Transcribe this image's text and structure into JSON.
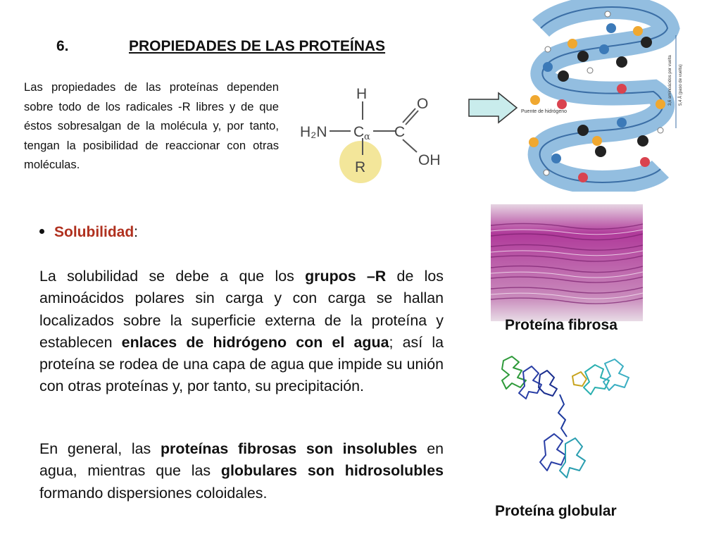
{
  "heading": {
    "number": "6.",
    "title": "PROPIEDADES DE LAS PROTEÍNAS"
  },
  "intro": "Las propiedades de las proteínas dependen sobre todo de los radicales -R libres y de que éstos sobresalgan de la molécula y, por tanto, tengan la posibilidad de reaccionar con otras moléculas.",
  "formula": {
    "h": "H",
    "h2n": "H₂N",
    "c_alpha": "C",
    "alpha": "α",
    "c": "C",
    "o": "O",
    "oh": "OH",
    "r": "R"
  },
  "helix": {
    "legend": "Puente de hidrógeno",
    "measure1": "3,6 aminoácidos por vuelta",
    "measure2": "5,4 Å (paso de vuelta)"
  },
  "bullet": {
    "label": "Solubilidad",
    "colon": ":"
  },
  "para1": {
    "t1": "La solubilidad se debe a que los ",
    "b1": "grupos –R",
    "t2": " de los aminoácidos polares sin carga y con carga se hallan localizados sobre la superficie externa de la proteína y establecen ",
    "b2": "enlaces de hidrógeno con el agua",
    "t3": "; así la proteína se rodea de una capa de agua que impide su unión con otras proteínas y, por tanto, su precipitación."
  },
  "para2": {
    "t1": "En general, las ",
    "b1": "proteínas fibrosas son insolubles",
    "t2": " en agua, mientras que las ",
    "b2": "globulares son hidrosolubles",
    "t3": " formando dispersiones coloidales."
  },
  "captions": {
    "fibrous": "Proteína fibrosa",
    "globular": "Proteína globular"
  },
  "colors": {
    "bullet_heading": "#b0311f",
    "helix_ribbon": "#6fa8d6",
    "tissue": "#b03a9a",
    "r_circle": "#f3e69a"
  }
}
